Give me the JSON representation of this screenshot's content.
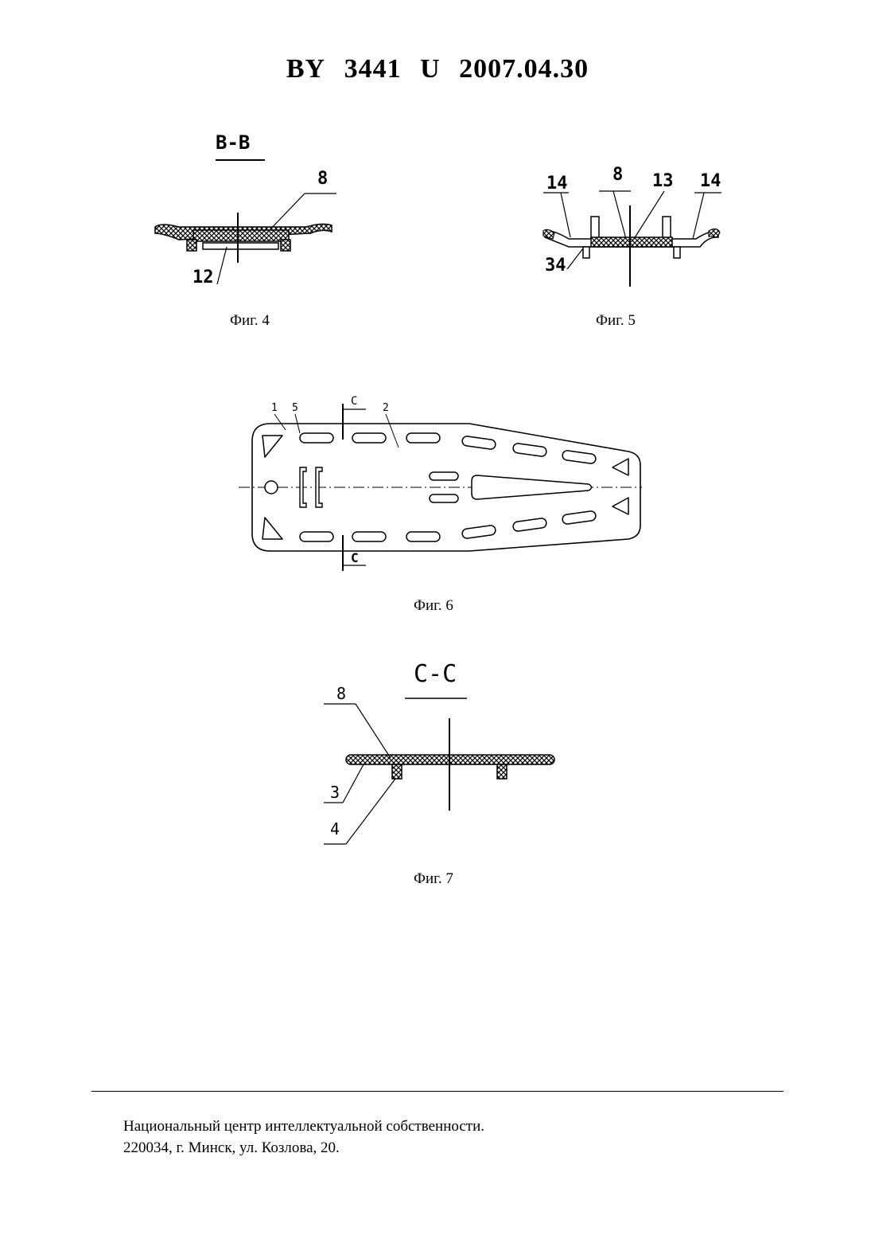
{
  "header": {
    "country": "BY",
    "number": "3441",
    "kind": "U",
    "date": "2007.04.30"
  },
  "figures": [
    {
      "caption": "Фиг. 4",
      "section": "B-B",
      "labels": [
        "8",
        "12"
      ]
    },
    {
      "caption": "Фиг. 5",
      "labels": [
        "14",
        "8",
        "13",
        "14",
        "34"
      ]
    },
    {
      "caption": "Фиг. 6",
      "labels": [
        "1",
        "5",
        "C",
        "2",
        "C"
      ]
    },
    {
      "caption": "Фиг. 7",
      "section": "C-C",
      "labels": [
        "8",
        "3",
        "4"
      ]
    }
  ],
  "footer": {
    "line1": "Национальный центр интеллектуальной собственности.",
    "line2": "220034, г. Минск, ул. Козлова, 20."
  }
}
